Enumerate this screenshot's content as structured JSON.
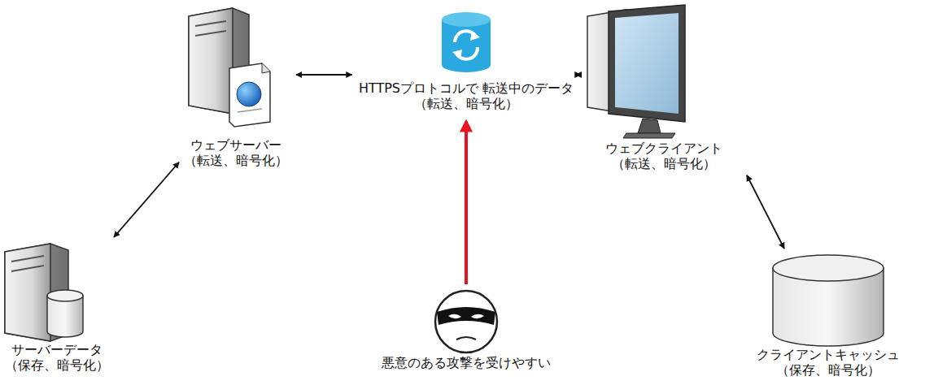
{
  "diagram": {
    "nodes": [
      {
        "text": [
          "ウェブサーバー",
          "（転送、暗号化）"
        ]
      },
      {
        "text": [
          "HTTPSプロトコルで 転送中のデータ",
          "（転送、暗号化）"
        ]
      },
      {
        "text": [
          "ウェブクライアント",
          "（転送、暗号化）"
        ]
      },
      {
        "text": [
          "サーバーデータ",
          "（保存、暗号化）"
        ]
      },
      {
        "text": [
          "悪意のある攻撃を受けやすい"
        ]
      },
      {
        "text": [
          "クライアントキャッシュ",
          "（保存、暗号化）"
        ]
      }
    ],
    "edges": [
      {
        "from": 0,
        "to": 1,
        "arrow": "both"
      },
      {
        "from": 1,
        "to": 2,
        "arrow": "both"
      },
      {
        "from": 3,
        "to": 0,
        "arrow": "both"
      },
      {
        "from": 2,
        "to": 5,
        "arrow": "both"
      },
      {
        "from": 4,
        "to": 1,
        "arrow": "to"
      }
    ]
  }
}
